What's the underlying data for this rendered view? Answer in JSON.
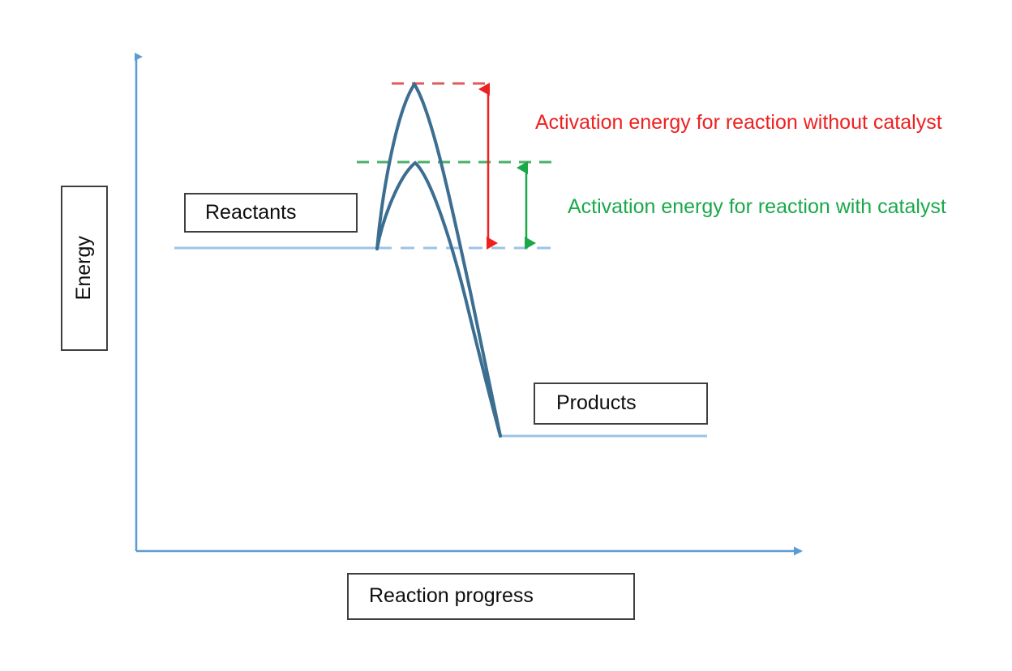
{
  "figure": {
    "kind": "reaction-energy-profile-diagram",
    "background_color": "#ffffff"
  },
  "axes": {
    "y_label": "Energy",
    "x_label": "Reaction progress",
    "axis_color": "#5b9bd5",
    "y_axis": {
      "x": 168,
      "y_top": 57,
      "y_bottom": 680
    },
    "x_axis": {
      "y": 680,
      "x_left": 168,
      "x_right": 1000
    }
  },
  "levels": [
    {
      "name": "reactants",
      "label": "Reactants",
      "line_color": "#9dc3e6",
      "solid_from_x": 215,
      "solid_to_x": 465,
      "y": 306,
      "dashed_from_x": 465,
      "dashed_to_x": 690
    },
    {
      "name": "products",
      "label": "Products",
      "line_color": "#9dc3e6",
      "solid_from_x": 617,
      "solid_to_x": 872,
      "y": 538
    }
  ],
  "curves": [
    {
      "name": "uncatalysed-pathway",
      "color": "#3b6e91",
      "peak_x": 511,
      "peak_y": 103,
      "start_x": 465,
      "start_y": 306,
      "end_x": 617,
      "end_y": 538
    },
    {
      "name": "catalysed-pathway",
      "color": "#3b6e91",
      "peak_x": 511,
      "peak_y": 200,
      "start_x": 465,
      "start_y": 306,
      "end_x": 617,
      "end_y": 538
    }
  ],
  "guide_lines": [
    {
      "name": "uncatalysed-peak-guide",
      "color": "#e05a5a",
      "y": 103,
      "from_x": 483,
      "to_x": 607,
      "style": "dashed"
    },
    {
      "name": "catalysed-peak-guide",
      "color": "#4ab06a",
      "y": 200,
      "from_x": 440,
      "to_x": 682,
      "style": "dashed"
    }
  ],
  "measurements": [
    {
      "name": "activation-energy-without-catalyst",
      "label": "Activation energy for reaction without catalyst",
      "color": "#ef2020",
      "arrow_x": 602,
      "top_y": 103,
      "bottom_y": 306
    },
    {
      "name": "activation-energy-with-catalyst",
      "label": "Activation energy for reaction with catalyst",
      "color": "#1aa84a",
      "arrow_x": 649,
      "top_y": 200,
      "bottom_y": 306
    }
  ],
  "colors": {
    "axis_blue": "#5b9bd5",
    "level_blue": "#9dc3e6",
    "curve_blue": "#3b6e91",
    "red": "#ef2020",
    "red_dash": "#e05a5a",
    "green": "#1aa84a",
    "green_dash": "#4ab06a",
    "box_border": "#3f3f3f",
    "text": "#0d0d0d"
  },
  "chart_data": {
    "type": "line",
    "title": "",
    "xlabel": "Reaction progress",
    "ylabel": "Energy",
    "grid": false,
    "legend": "none",
    "annotations": [
      "Reactants",
      "Products",
      "Activation energy for reaction without catalyst",
      "Activation energy for reaction with catalyst"
    ],
    "series": [
      {
        "name": "uncatalysed-pathway",
        "color": "#3b6e91",
        "points": [
          {
            "x": 0.0,
            "y": 50
          },
          {
            "x": 0.36,
            "y": 50
          },
          {
            "x": 0.42,
            "y": 62
          },
          {
            "x": 0.47,
            "y": 82
          },
          {
            "x": 0.52,
            "y": 96
          },
          {
            "x": 0.55,
            "y": 100
          },
          {
            "x": 0.58,
            "y": 96
          },
          {
            "x": 0.63,
            "y": 80
          },
          {
            "x": 0.69,
            "y": 52
          },
          {
            "x": 0.76,
            "y": 18
          },
          {
            "x": 0.8,
            "y": 8
          },
          {
            "x": 1.0,
            "y": 8
          }
        ]
      },
      {
        "name": "catalysed-pathway",
        "color": "#3b6e91",
        "points": [
          {
            "x": 0.0,
            "y": 50
          },
          {
            "x": 0.36,
            "y": 50
          },
          {
            "x": 0.43,
            "y": 58
          },
          {
            "x": 0.49,
            "y": 68
          },
          {
            "x": 0.55,
            "y": 72
          },
          {
            "x": 0.6,
            "y": 66
          },
          {
            "x": 0.66,
            "y": 50
          },
          {
            "x": 0.73,
            "y": 26
          },
          {
            "x": 0.8,
            "y": 8
          },
          {
            "x": 1.0,
            "y": 8
          }
        ]
      }
    ],
    "levels": {
      "reactants_energy": 50,
      "products_energy": 8,
      "uncatalysed_peak_energy": 100,
      "catalysed_peak_energy": 72
    },
    "activation_energies": {
      "without_catalyst": 50,
      "with_catalyst": 22
    }
  }
}
